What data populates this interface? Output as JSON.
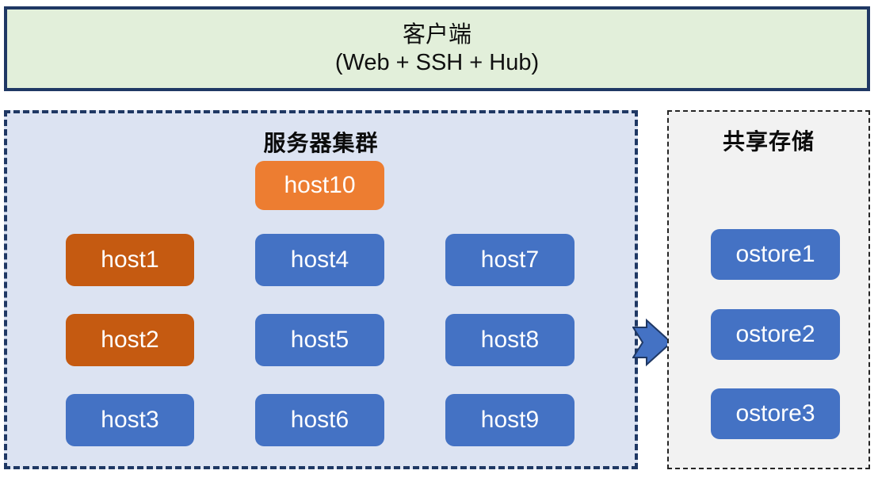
{
  "client": {
    "title": "客户端",
    "subtitle": "(Web + SSH + Hub)",
    "fill_color": "#E2EFDA",
    "border_color": "#1F3864"
  },
  "server_cluster": {
    "title": "服务器集群",
    "fill_color": "#DCE3F2",
    "border_color": "#1F3864",
    "border_style": "dashed",
    "featured_node": {
      "label": "host10",
      "color": "#ED7D31"
    },
    "columns": [
      {
        "nodes": [
          {
            "label": "host1",
            "color": "#C55A11"
          },
          {
            "label": "host2",
            "color": "#C55A11"
          },
          {
            "label": "host3",
            "color": "#4472C4"
          }
        ]
      },
      {
        "nodes": [
          {
            "label": "host4",
            "color": "#4472C4"
          },
          {
            "label": "host5",
            "color": "#4472C4"
          },
          {
            "label": "host6",
            "color": "#4472C4"
          }
        ]
      },
      {
        "nodes": [
          {
            "label": "host7",
            "color": "#4472C4"
          },
          {
            "label": "host8",
            "color": "#4472C4"
          },
          {
            "label": "host9",
            "color": "#4472C4"
          }
        ]
      }
    ]
  },
  "shared_storage": {
    "title": "共享存储",
    "fill_color": "#F2F2F2",
    "border_color": "#262626",
    "border_style": "dashed",
    "nodes": [
      {
        "label": "ostore1",
        "color": "#4472C4"
      },
      {
        "label": "ostore2",
        "color": "#4472C4"
      },
      {
        "label": "ostore3",
        "color": "#4472C4"
      }
    ]
  },
  "connector": {
    "name": "block-arrow-right",
    "direction": "right",
    "fill_color": "#4472C4",
    "outline_color": "#1F3864"
  }
}
